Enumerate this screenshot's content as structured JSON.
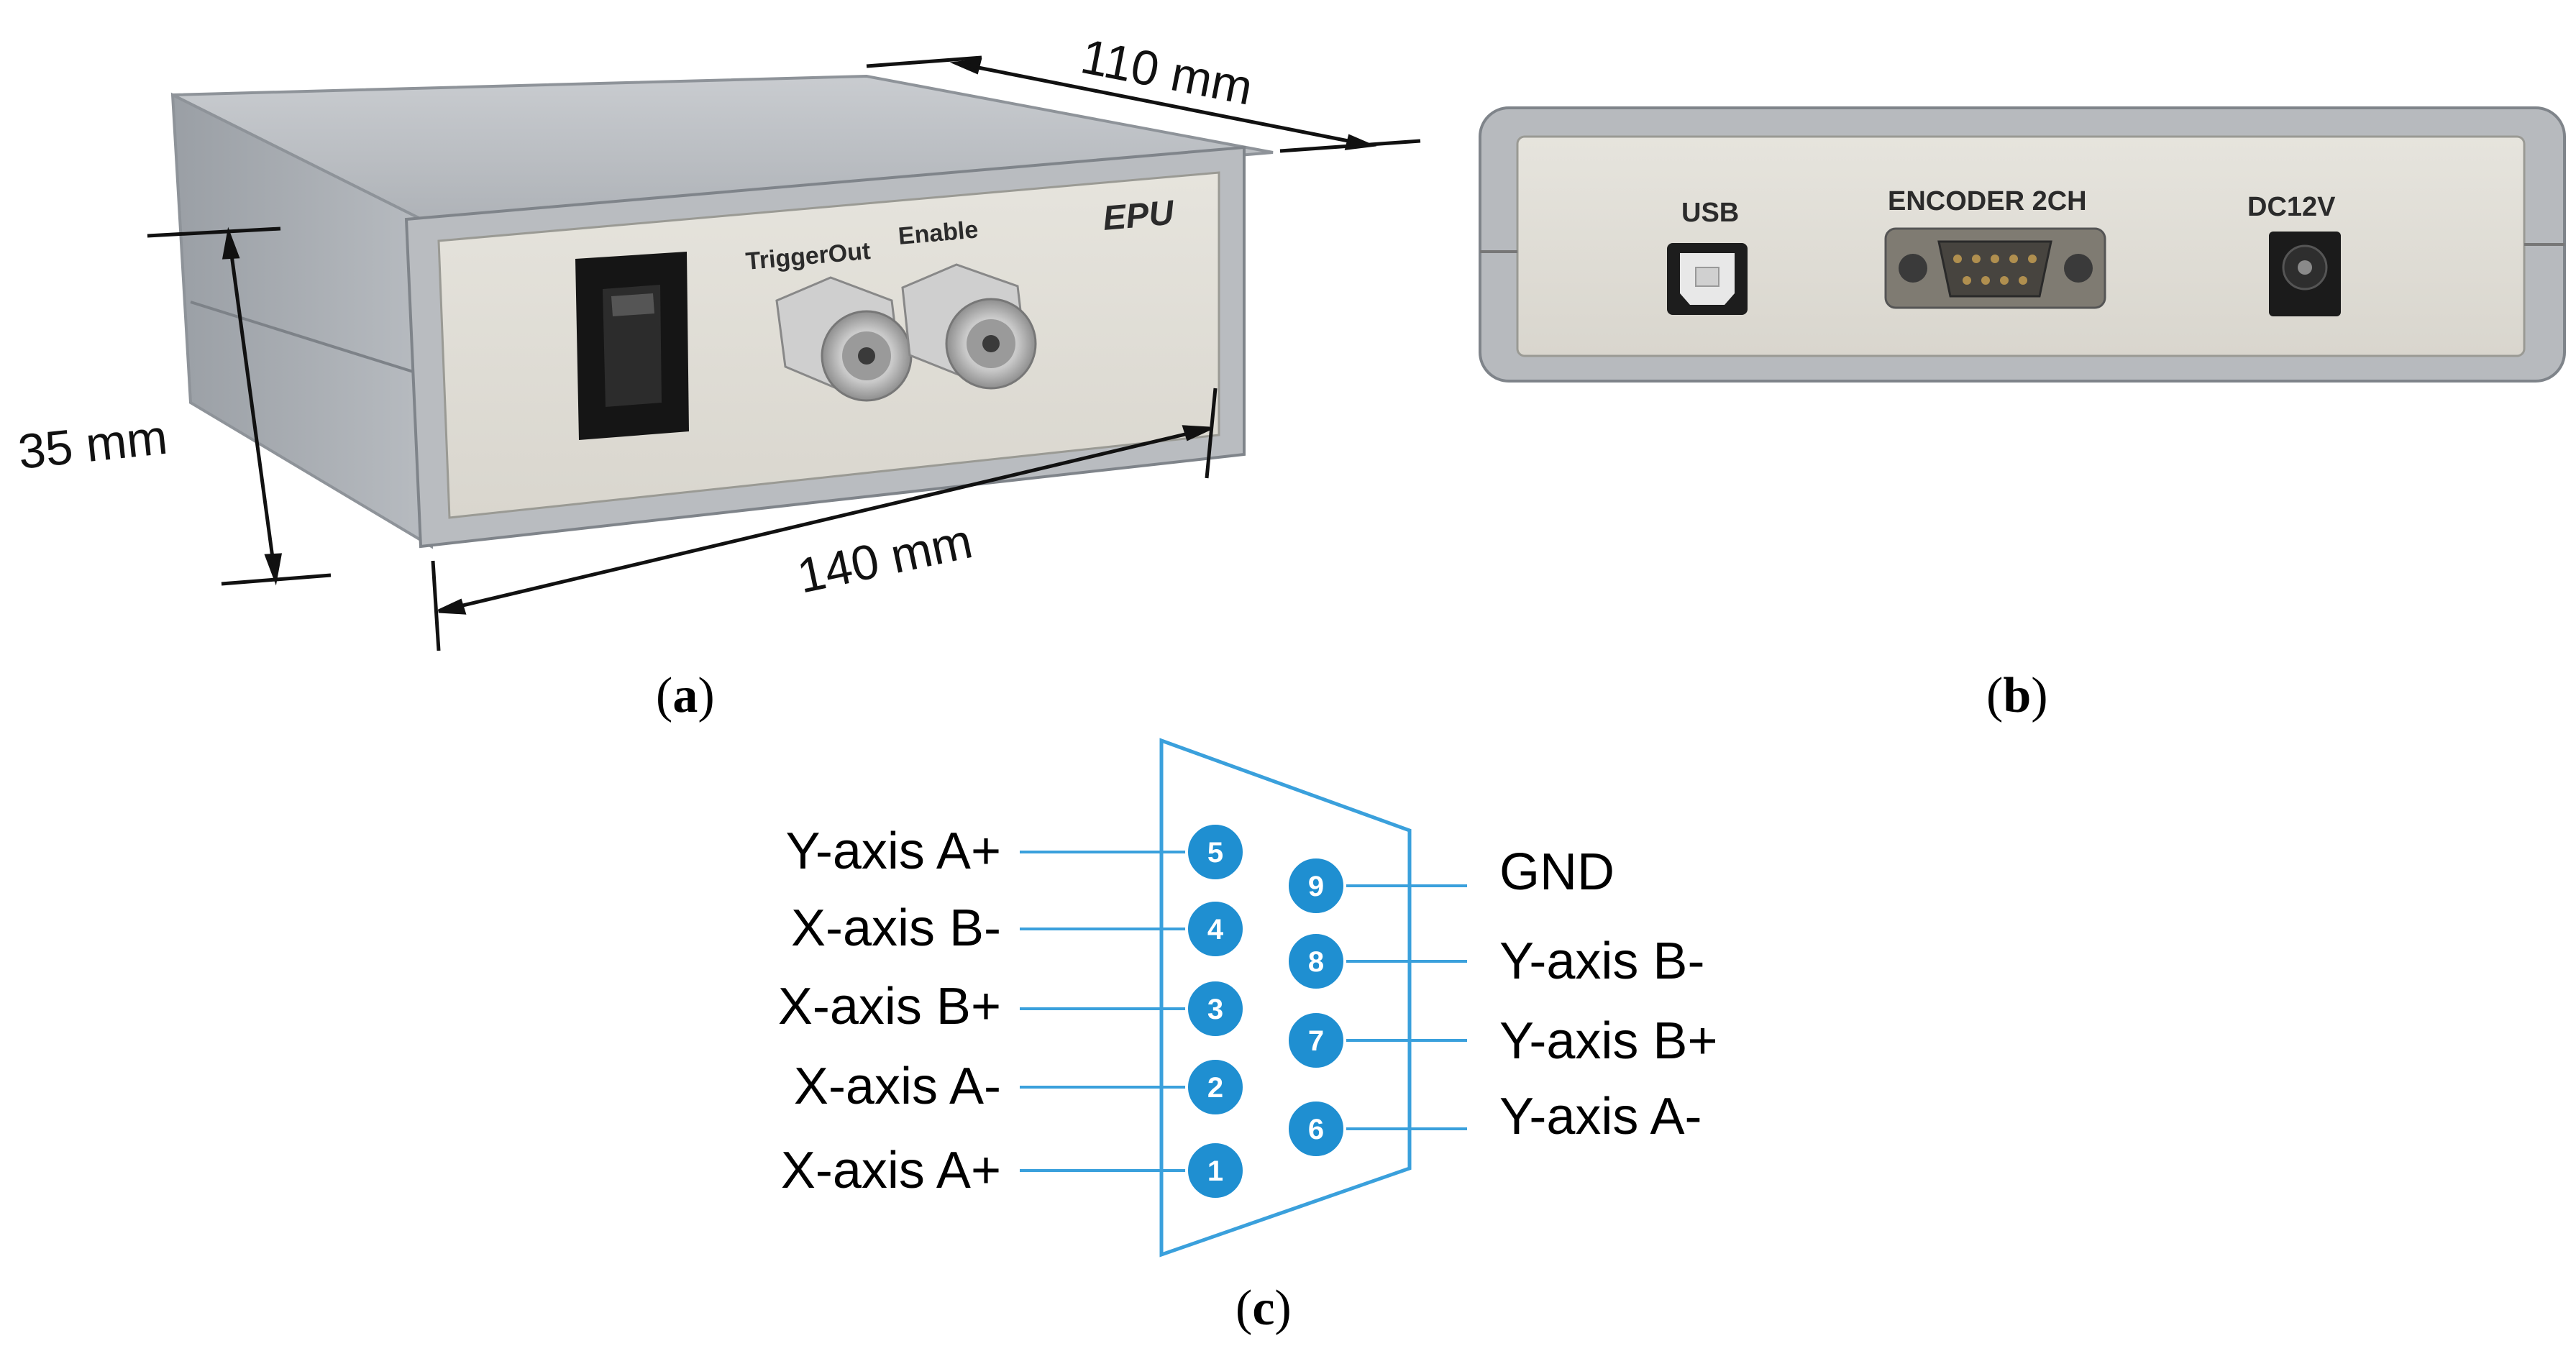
{
  "panel_a": {
    "label_open": "(",
    "label_letter": "a",
    "label_close": ")",
    "device_brand": "EPU",
    "connector_1": "TriggerOut",
    "connector_2": "Enable",
    "dim_width": "110 mm",
    "dim_height": "35 mm",
    "dim_length": "140 mm"
  },
  "panel_b": {
    "label_open": "(",
    "label_letter": "b",
    "label_close": ")",
    "port_usb": "USB",
    "port_encoder": "ENCODER 2CH",
    "port_power": "DC12V"
  },
  "panel_c": {
    "label_open": "(",
    "label_letter": "c",
    "label_close": ")",
    "colors": {
      "pin_fill": "#1f8fd1",
      "line": "#3aa0dc",
      "outline": "#3aa0dc"
    },
    "pins": [
      {
        "num": "5",
        "label": "Y-axis A+"
      },
      {
        "num": "4",
        "label": "X-axis B-"
      },
      {
        "num": "3",
        "label": "X-axis B+"
      },
      {
        "num": "2",
        "label": "X-axis A-"
      },
      {
        "num": "1",
        "label": "X-axis A+"
      },
      {
        "num": "9",
        "label": "GND"
      },
      {
        "num": "8",
        "label": "Y-axis B-"
      },
      {
        "num": "7",
        "label": "Y-axis B+"
      },
      {
        "num": "6",
        "label": "Y-axis A-"
      }
    ]
  }
}
